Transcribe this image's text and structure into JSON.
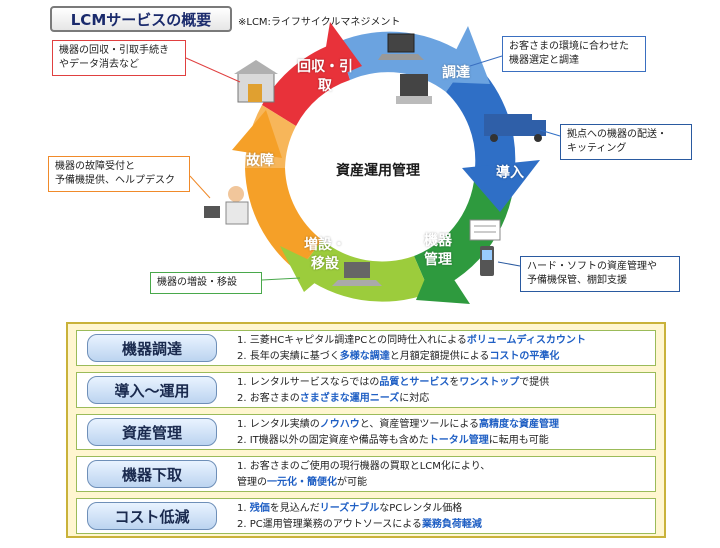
{
  "title": "LCMサービスの概要",
  "note": "※LCM:ライフサイクルマネジメント",
  "center": "資産運用管理",
  "stages": {
    "collect": "回収・引取",
    "procure": "調達",
    "deploy": "導入",
    "manage_l1": "機器",
    "manage_l2": "管理",
    "add_l1": "増設・",
    "add_l2": "移設",
    "fault": "故障"
  },
  "callouts": {
    "collect": [
      "機器の回収・引取手続き",
      "やデータ消去など"
    ],
    "procure": [
      "お客さまの環境に合わせた",
      "機器選定と調達"
    ],
    "deploy": [
      "拠点への機器の配送・",
      "キッティング"
    ],
    "fault": [
      "機器の故障受付と",
      "予備機提供、ヘルプデスク"
    ],
    "manage": [
      "ハード・ソフトの資産管理や",
      "予備機保管、棚卸支援"
    ],
    "add": [
      "機器の増設・移設"
    ]
  },
  "colors": {
    "red": "#e8323a",
    "blue": "#2f6fc6",
    "teal": "#23a5b5",
    "green": "#2e9a3e",
    "lightgreen": "#9ccc3c",
    "orange": "#f5a028"
  },
  "table": [
    {
      "label": "機器調達",
      "lines": [
        [
          {
            "t": "1. 三菱HCキャピタル調達PCとの同時仕入れによる"
          },
          {
            "t": "ボリュームディスカウント",
            "h": true
          }
        ],
        [
          {
            "t": "2. 長年の実績に基づく"
          },
          {
            "t": "多様な調達",
            "h": true
          },
          {
            "t": "と月額定額提供による"
          },
          {
            "t": "コストの平準化",
            "h": true
          }
        ]
      ]
    },
    {
      "label": "導入〜運用",
      "lines": [
        [
          {
            "t": "1. レンタルサービスならではの"
          },
          {
            "t": "品質とサービス",
            "h": true
          },
          {
            "t": "を"
          },
          {
            "t": "ワンストップ",
            "h": true
          },
          {
            "t": "で提供"
          }
        ],
        [
          {
            "t": "2. お客さまの"
          },
          {
            "t": "さまざまな運用ニーズ",
            "h": true
          },
          {
            "t": "に対応"
          }
        ]
      ]
    },
    {
      "label": "資産管理",
      "lines": [
        [
          {
            "t": "1. レンタル実績の"
          },
          {
            "t": "ノウハウ",
            "h": true
          },
          {
            "t": "と、資産管理ツールによる"
          },
          {
            "t": "高精度な資産管理",
            "h": true
          }
        ],
        [
          {
            "t": "2. IT機器以外の固定資産や備品等も含めた"
          },
          {
            "t": "トータル管理",
            "h": true
          },
          {
            "t": "に転用も可能"
          }
        ]
      ]
    },
    {
      "label": "機器下取",
      "lines": [
        [
          {
            "t": "1. お客さまのご使用の現行機器の買取とLCM化により、"
          }
        ],
        [
          {
            "t": "    管理の"
          },
          {
            "t": "一元化・簡便化",
            "h": true
          },
          {
            "t": "が可能"
          }
        ]
      ]
    },
    {
      "label": "コスト低減",
      "lines": [
        [
          {
            "t": "1. "
          },
          {
            "t": "残価",
            "h": true
          },
          {
            "t": "を見込んだ"
          },
          {
            "t": "リーズナブル",
            "h": true
          },
          {
            "t": "なPCレンタル価格"
          }
        ],
        [
          {
            "t": "2. PC運用管理業務のアウトソースによる"
          },
          {
            "t": "業務負荷軽減",
            "h": true
          }
        ]
      ]
    }
  ]
}
